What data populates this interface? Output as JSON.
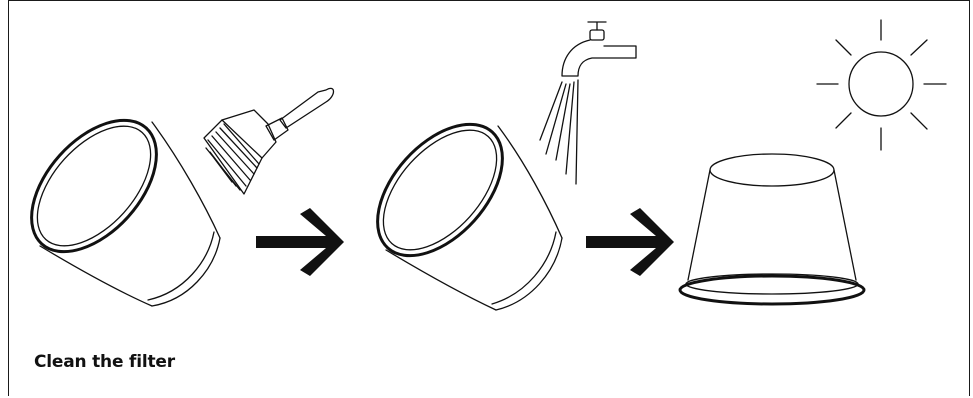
{
  "caption": "Clean the filter",
  "steps": [
    {
      "name": "filter-brush",
      "icon": "brush-icon"
    },
    {
      "name": "filter-rinse",
      "icon": "faucet-icon"
    },
    {
      "name": "filter-dry",
      "icon": "sun-icon"
    }
  ],
  "colors": {
    "line": "#111111",
    "background": "#ffffff"
  }
}
